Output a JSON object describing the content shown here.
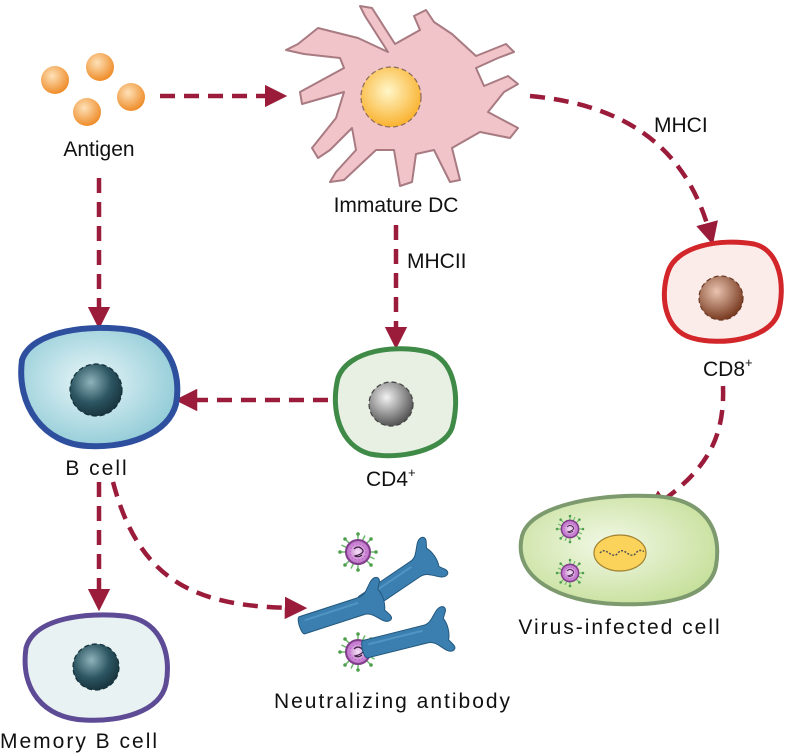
{
  "labels": {
    "antigen": "Antigen",
    "immature_dc": "Immature DC",
    "mhc1": "MHCI",
    "mhc2": "MHCII",
    "b_cell": "B cell",
    "cd4_base": "CD4",
    "cd4_sup": "+",
    "cd8_base": "CD8",
    "cd8_sup": "+",
    "memory_b_cell": "Memory B cell",
    "neutralizing_antibody": "Neutralizing antibody",
    "virus_infected_cell": "Virus-infected cell"
  },
  "colors": {
    "arrow": "#9b1c3a",
    "antigen": "#f4a044",
    "dc_body": "#f0c4c9",
    "dc_nucleus": "#fcc64a",
    "b_cell_fill": "#9fd3dd",
    "b_cell_border": "#2e4f9e",
    "cd4_fill": "#e7f0e3",
    "cd4_border": "#3e8a46",
    "cd8_fill": "#fbecea",
    "cd8_border": "#d3262a",
    "memory_b_fill": "#e8f2f2",
    "memory_b_border": "#5d4b96",
    "infected_fill": "#d4e7b6",
    "infected_border": "#7c9a6e",
    "antibody": "#3a7fb0",
    "virus": "#7f3d8a"
  }
}
